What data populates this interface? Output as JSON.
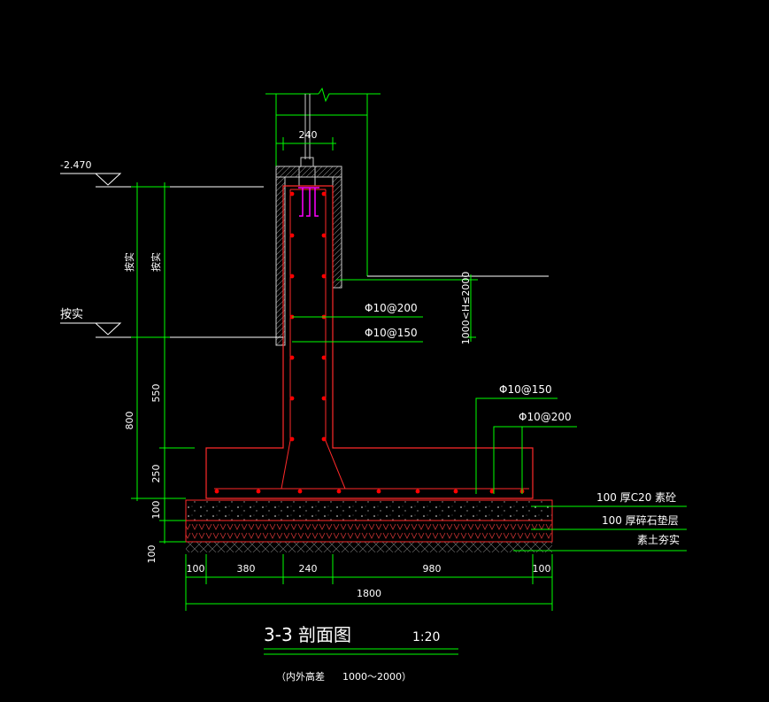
{
  "colors": {
    "background": "#000000",
    "dimension": "#00ff00",
    "concrete": "#ff2a2a",
    "text": "#ffffff",
    "rebar": "#ff0000",
    "anchor": "#ff00ff",
    "hatch": "#cccccc"
  },
  "drawing": {
    "title": "3-3 剖面图",
    "scale": "1:20",
    "note_prefix": "（内外高差",
    "note_range": "1000～2000）",
    "level_top": "-2.470",
    "level_bottom": "按实",
    "dims": {
      "top_width": "240",
      "vertical_1": "按实",
      "vertical_2": "按实",
      "v_550": "550",
      "v_800": "800",
      "v_250": "250",
      "v_100a": "100",
      "v_100b": "100",
      "bottom_100_left": "100",
      "bottom_380": "380",
      "bottom_240": "240",
      "bottom_980": "980",
      "bottom_100_right": "100",
      "total_1800": "1800",
      "height_range": "1000<H≤2000"
    },
    "rebar_labels": {
      "wall_a": "Φ10@200",
      "wall_b": "Φ10@150",
      "base_a": "Φ10@150",
      "base_b": "Φ10@200"
    },
    "layer_labels": {
      "layer1": "100   厚C20  素砼",
      "layer2": "100   厚碎石垫层",
      "layer3": "素土夯实"
    }
  }
}
